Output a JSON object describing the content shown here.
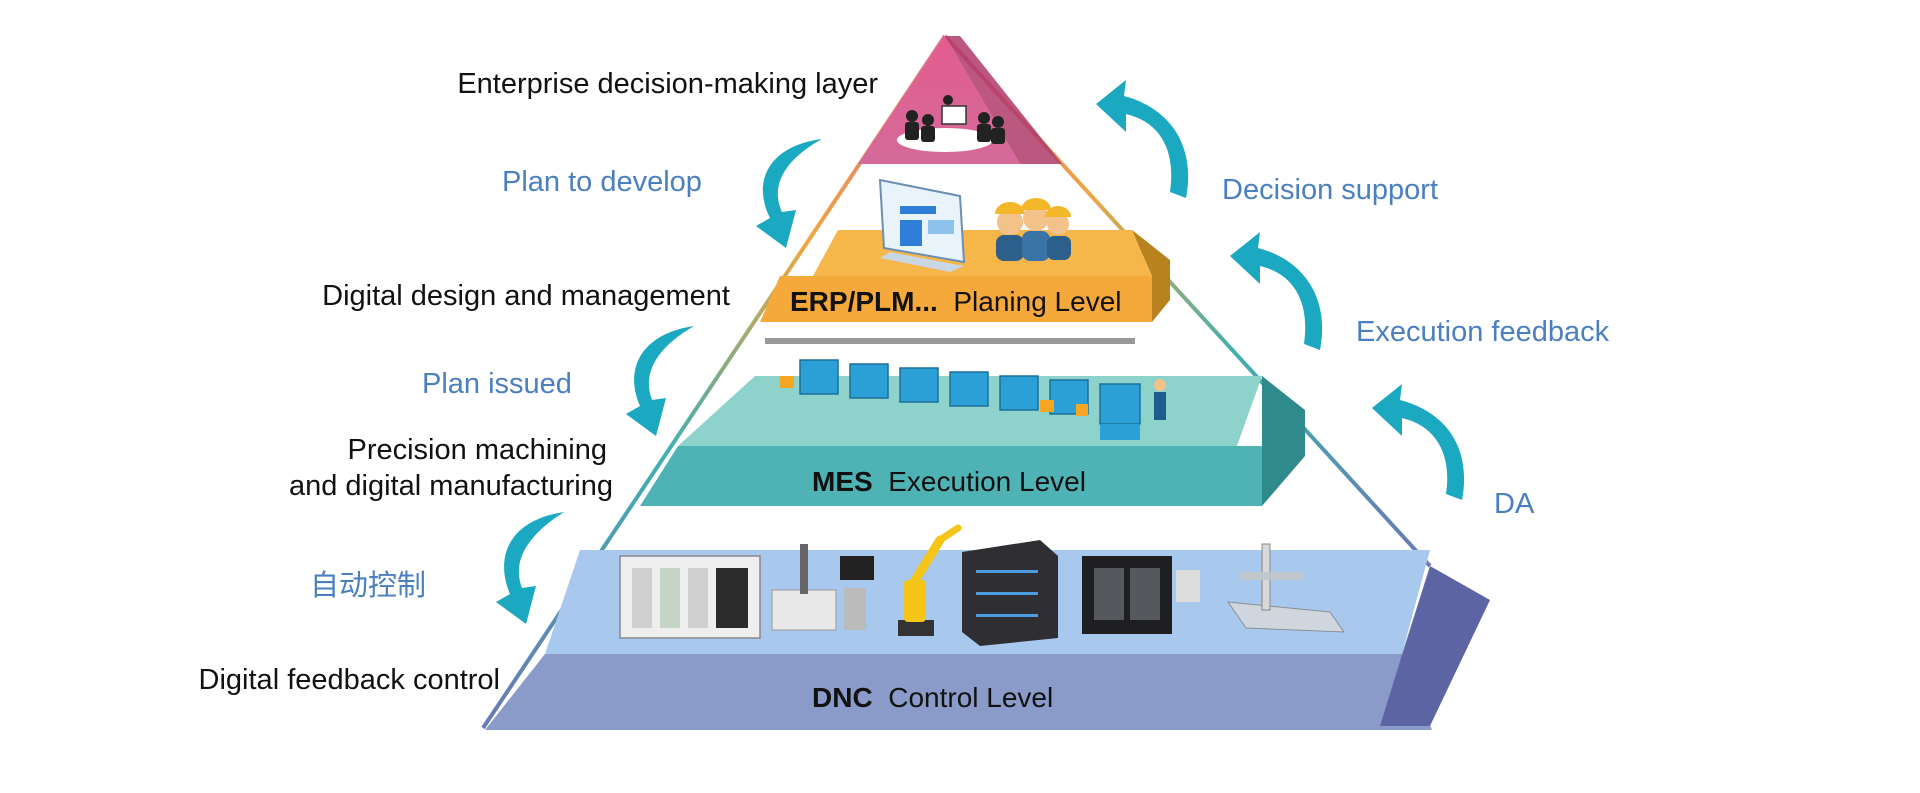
{
  "levels": [
    {
      "id": "enterprise",
      "code": "",
      "name": "",
      "color": "#e0648e"
    },
    {
      "id": "planning",
      "code": "ERP/PLM...",
      "name": "Planing Level",
      "color": "#f5a93a"
    },
    {
      "id": "execution",
      "code": "MES",
      "name": "Execution Level",
      "color": "#4fb3b5"
    },
    {
      "id": "control",
      "code": "DNC",
      "name": "Control Level",
      "color": "#8a9ac9"
    }
  ],
  "left_labels": {
    "enterprise": "Enterprise decision-making layer",
    "design": "Digital design and management",
    "machining_line1": "Precision machining",
    "machining_line2": "and digital manufacturing",
    "feedback": "Digital feedback control"
  },
  "down_flows": {
    "plan_develop": "Plan to develop",
    "plan_issued": "Plan issued",
    "auto_control": "自动控制"
  },
  "up_flows": {
    "decision_support": "Decision support",
    "execution_feedback": "Execution feedback",
    "da": "DA"
  },
  "colors": {
    "arrow": "#1aa9c0",
    "label_blue": "#4a7fc0",
    "enterprise": "#e0648e",
    "planning": "#f5a93a",
    "execution": "#4fb3b5",
    "control": "#8a9ac9"
  },
  "icons": [
    "meeting-icon",
    "monitor-icon",
    "workers-icon",
    "production-line-icon",
    "plc-icon",
    "inspection-machine-icon",
    "robot-arm-icon",
    "server-icon",
    "cnc-machine-icon",
    "gantry-machine-icon"
  ]
}
